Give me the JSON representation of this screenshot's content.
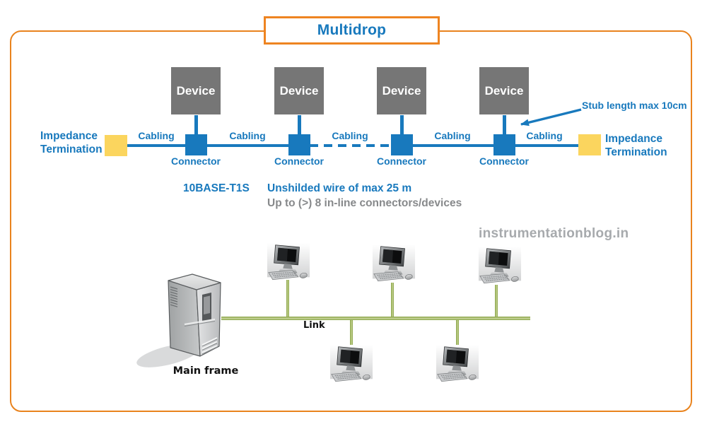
{
  "title": "Multidrop",
  "watermark": "instrumentationblog.in",
  "colors": {
    "accent_blue": "#1879bd",
    "accent_orange": "#ee8320",
    "termination_yellow": "#fbd55e",
    "device_gray": "#767676",
    "note_gray": "#87898b",
    "watermark_gray": "#a7aaad",
    "link_green": "#9cb556"
  },
  "top_diagram": {
    "left_termination": {
      "line1": "Impedance",
      "line2": "Termination"
    },
    "right_termination": {
      "line1": "Impedance",
      "line2": "Termination"
    },
    "devices": [
      "Device",
      "Device",
      "Device",
      "Device"
    ],
    "connectors": [
      "Connector",
      "Connector",
      "Connector",
      "Connector"
    ],
    "cabling_labels": [
      "Cabling",
      "Cabling",
      "Cabling",
      "Cabling",
      "Cabling"
    ],
    "stub_note": "Stub length max 10cm",
    "standard_label": "10BASE-T1S",
    "wire_note": "Unshilded wire of max 25 m",
    "inline_note": "Up to (>) 8 in-line connectors/devices"
  },
  "bottom_diagram": {
    "mainframe_label": "Main frame",
    "link_label": "Link"
  }
}
